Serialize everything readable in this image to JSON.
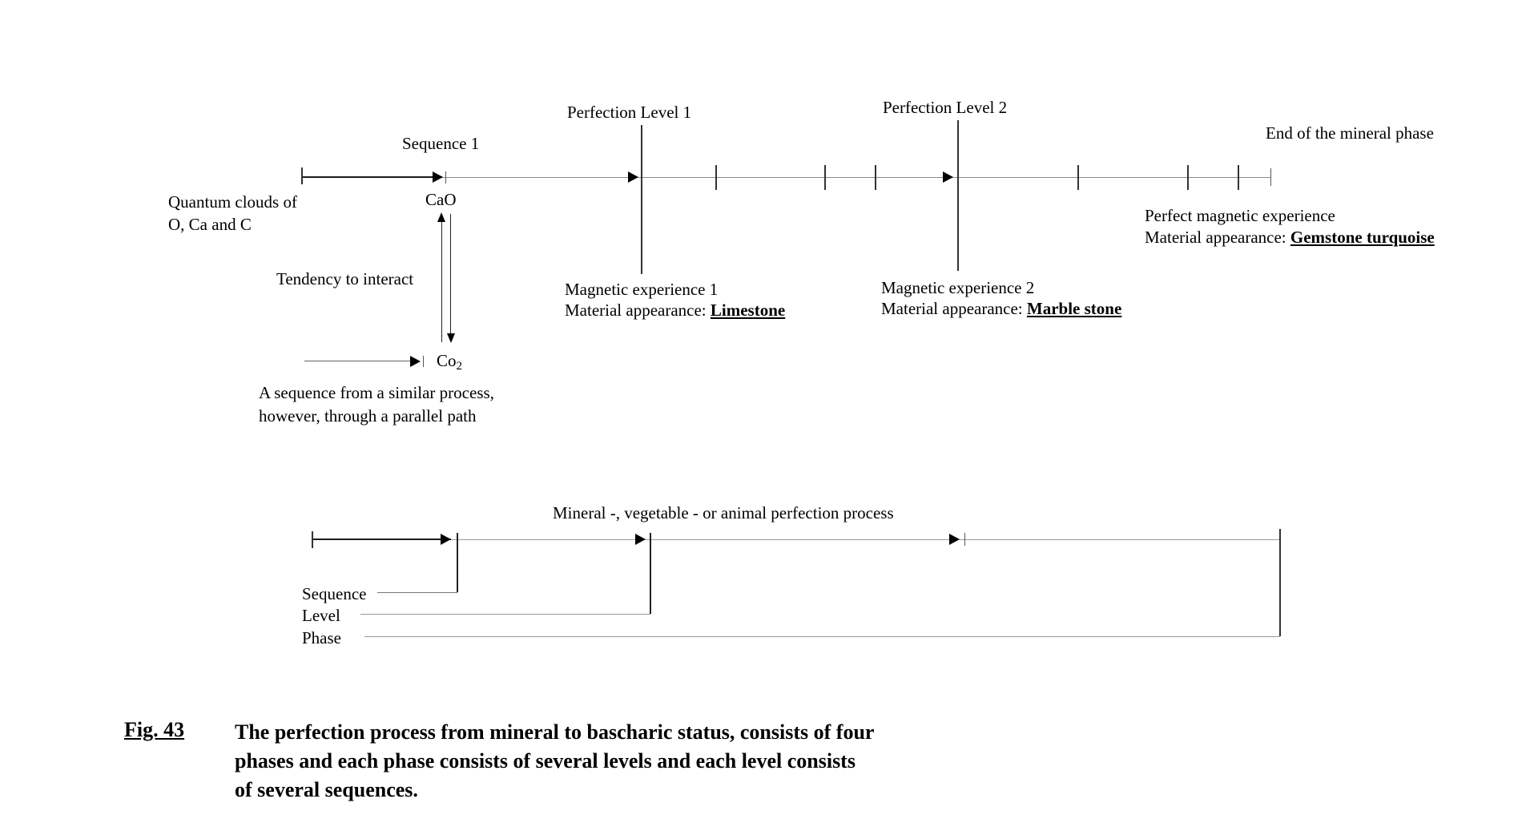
{
  "main_timeline": {
    "sequence1_label": "Sequence 1",
    "perfection_level_1": "Perfection Level 1",
    "perfection_level_2": "Perfection Level 2",
    "end_of_phase": "End of the mineral phase",
    "quantum_clouds": [
      "Quantum clouds of",
      "O, Ca and C"
    ],
    "cao_label": "CaO",
    "tendency_label": "Tendency to interact",
    "co2": {
      "prefix": "Co",
      "sub": "2"
    },
    "parallel_note": [
      "A sequence from a similar process,",
      "however, through a parallel path"
    ],
    "magnetic_experience_1": {
      "title": "Magnetic experience 1",
      "material_label": "Material appearance: ",
      "material": "Limestone"
    },
    "magnetic_experience_2": {
      "title": "Magnetic experience 2",
      "material_label": "Material appearance: ",
      "material": "Marble stone"
    },
    "perfect_magnetic": {
      "title": "Perfect magnetic experience",
      "material_label": "Material appearance: ",
      "material": "Gemstone turquoise"
    }
  },
  "lower_timeline": {
    "title": "Mineral -, vegetable - or animal perfection process",
    "labels": {
      "sequence": "Sequence",
      "level": "Level",
      "phase": "Phase"
    }
  },
  "caption": {
    "label": "Fig. 43",
    "lines": [
      "The perfection process from mineral to bascharic status, consists of four",
      "phases and each phase consists of several levels and each level consists",
      "of several sequences."
    ]
  },
  "colors": {
    "background": "#ffffff",
    "text": "#000000",
    "line": "#8a8a8a",
    "dark_line": "#1a1a1a"
  }
}
